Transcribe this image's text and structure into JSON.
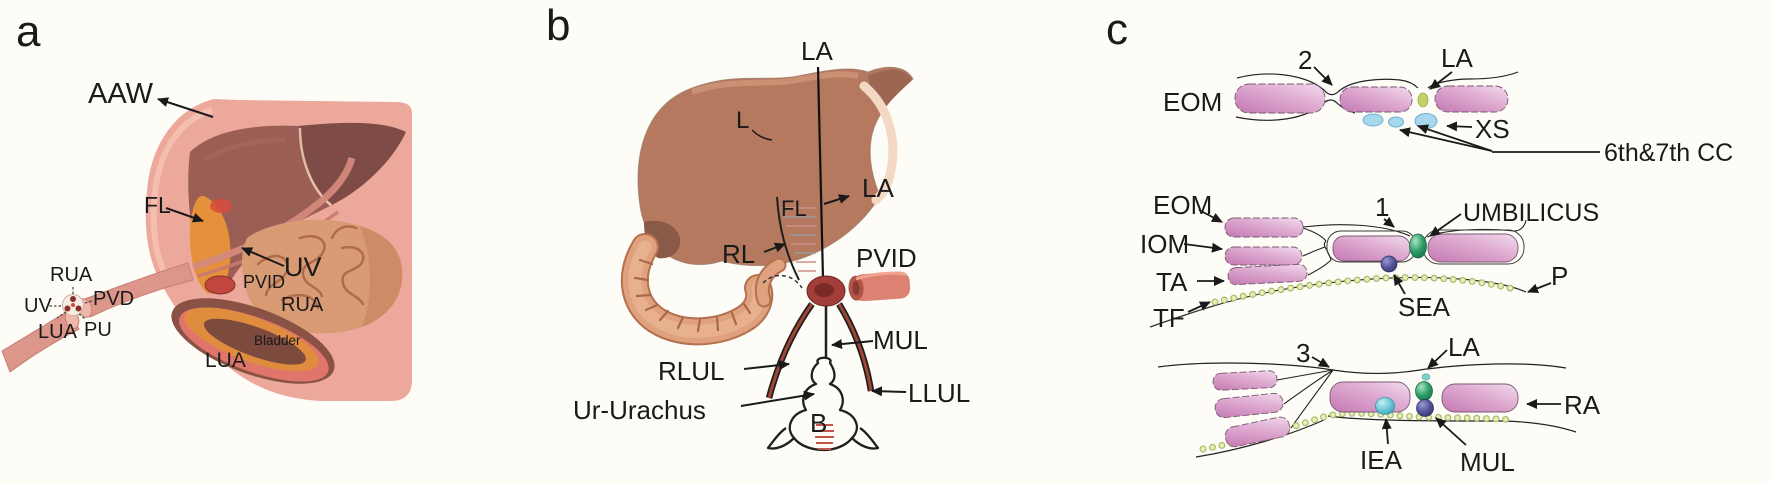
{
  "figure_caption": "Anatomical diagram of umbilical and abdominal wall structures (panels a, b, c)",
  "panel_a": {
    "letter": "a",
    "labels": {
      "aaw": "AAW",
      "fl": "FL",
      "uv": "UV",
      "pvid": "PVID",
      "rua": "RUA",
      "bladder": "Bladder",
      "lua": "LUA"
    },
    "cord_labels": {
      "rua": "RUA",
      "uv": "UV",
      "pvd": "PVD",
      "lua": "LUA",
      "pu": "PU"
    }
  },
  "panel_b": {
    "letter": "b",
    "labels": {
      "la_top": "LA",
      "l": "L",
      "fl": "FL",
      "la_mid": "LA",
      "rl": "RL",
      "pvid": "PVID",
      "mul": "MUL",
      "rlul": "RLUL",
      "llul": "LLUL",
      "ur_urachus": "Ur-Urachus",
      "b": "B"
    }
  },
  "panel_c": {
    "letter": "c",
    "top": {
      "num": "2",
      "la": "LA",
      "eom": "EOM",
      "xs": "XS",
      "cc": "6th&7th CC"
    },
    "middle": {
      "num": "1",
      "eom": "EOM",
      "iom": "IOM",
      "ta": "TA",
      "tf": "TF",
      "umbilicus": "UMBILICUS",
      "sea": "SEA",
      "p": "P"
    },
    "bottom": {
      "num": "3",
      "la": "LA",
      "ra": "RA",
      "iea": "IEA",
      "mul": "MUL"
    }
  },
  "colors": {
    "background": "#fdfcf6",
    "skin_pink": "#eda89c",
    "liver_left": "#9b5e54",
    "liver_right": "#7e4b47",
    "liver_b": "#b5795f",
    "gallbladder_orange": "#e5913b",
    "bowel_tan": "#d99b74",
    "colon": "#e0a17e",
    "bladder_dark": "#7d4a3e",
    "bladder_rim_pink": "#e0766b",
    "vessel_pink": "#dd8272",
    "uv_remnant_red": "#a33e3a",
    "ligament_red": "#a04434",
    "muscle_pink": "#cf8cc0",
    "xs_blue": "#a6d7ec",
    "la_green_oval": "#c3d16b",
    "umbilicus_green": "#2e9e67",
    "sea_navy": "#55549a",
    "iea_cyan": "#62c2d4",
    "fascia_dots_yellow": "#dde7a8",
    "label_black": "#1a1a1a"
  }
}
